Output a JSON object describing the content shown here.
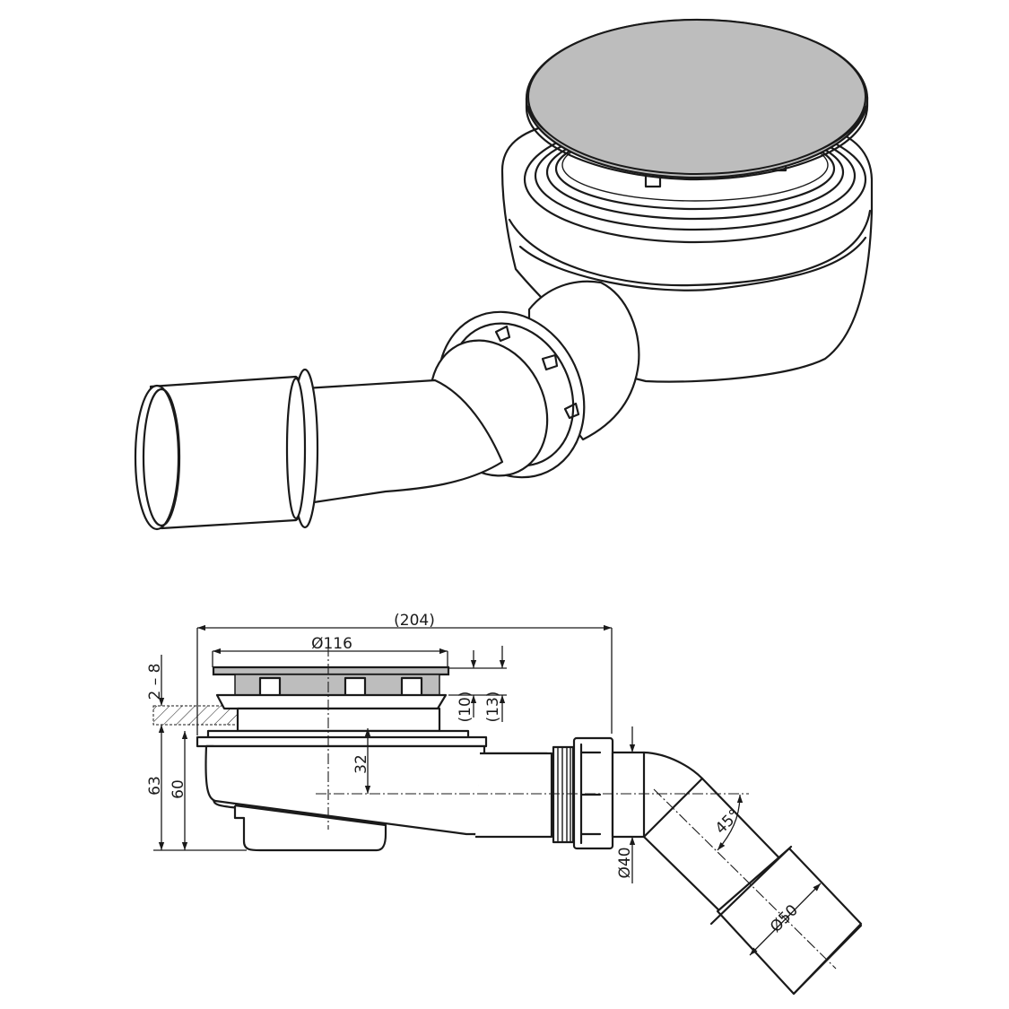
{
  "title": "Shower drain trap with 45° elbow outlet – isometric view and dimensioned side elevation",
  "colors": {
    "line": "#1a1a1a",
    "cover_fill": "#bdbdbd",
    "background": "#ffffff",
    "hatch": "#1a1a1a"
  },
  "views": {
    "isometric": {
      "label": "3D view of drain body, grey round cover, nut coupling and outlet pipe"
    },
    "elevation": {
      "dimensions": {
        "overall_length": "(204)",
        "cover_diameter": "Ø116",
        "tile_thickness": "2 – 8",
        "grate_height_inner": "(10)",
        "grate_height_outer": "(13)",
        "total_height": "63",
        "body_height": "60",
        "outlet_axis_depth": "32",
        "outlet_inner_diameter": "Ø40",
        "pipe_diameter": "Ø50",
        "outlet_angle": "45°"
      }
    }
  }
}
